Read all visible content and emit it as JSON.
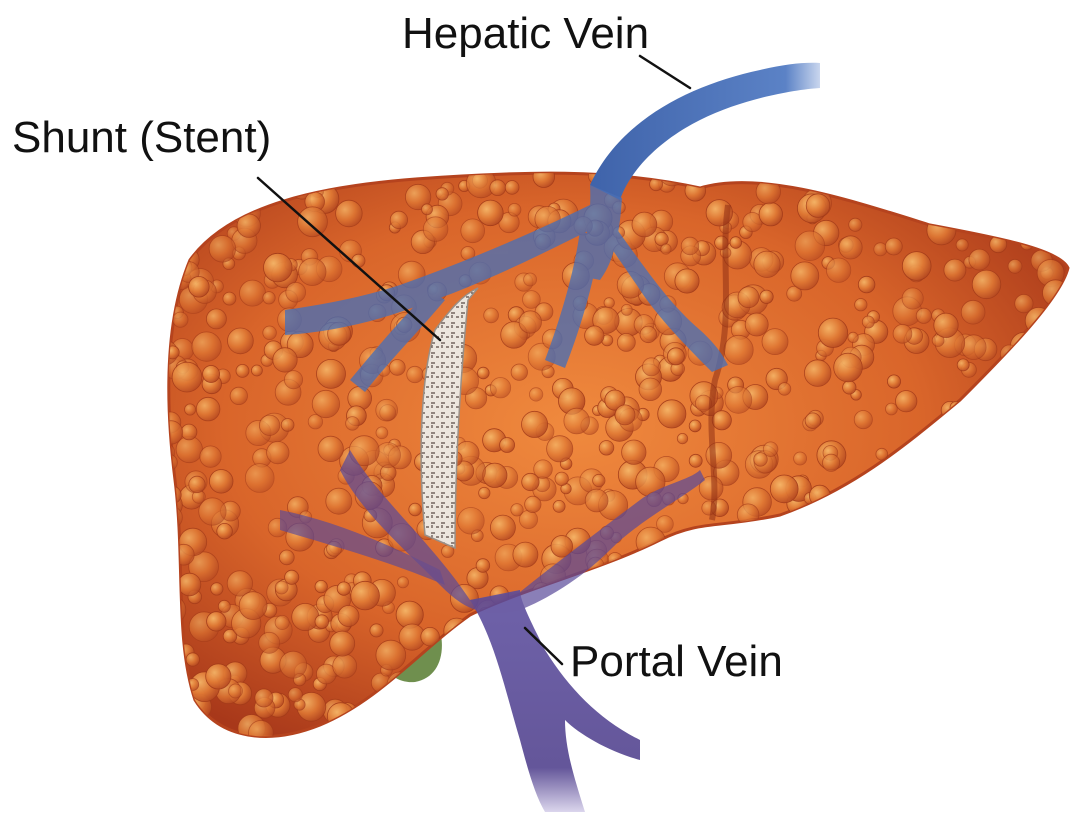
{
  "labels": {
    "hepatic_vein": "Hepatic Vein",
    "shunt": "Shunt (Stent)",
    "portal_vein": "Portal Vein"
  },
  "colors": {
    "background": "#ffffff",
    "liver": "#d9652a",
    "liver_dark": "#a8381a",
    "liver_highlight": "#f2a45a",
    "hepatic_vein": "#4a6fb5",
    "portal_vein": "#5a4a9a",
    "stent": "#e8e2da",
    "gallbladder": "#6f8f4e",
    "text": "#111111"
  },
  "icons": [
    "liver-illustration",
    "stent",
    "gallbladder"
  ]
}
